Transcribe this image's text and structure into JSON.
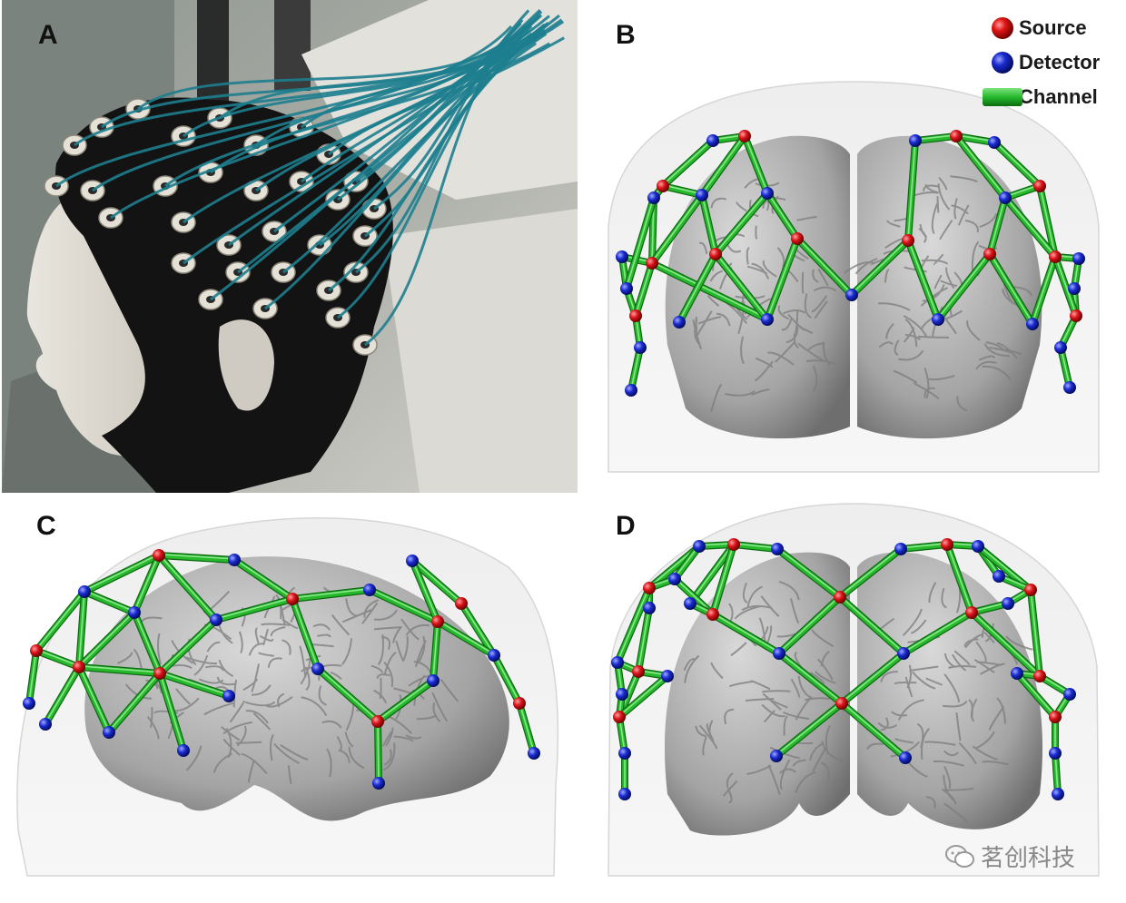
{
  "panels": {
    "a": {
      "label": "A"
    },
    "b": {
      "label": "B"
    },
    "c": {
      "label": "C"
    },
    "d": {
      "label": "D"
    }
  },
  "legend": {
    "items": [
      {
        "label": "Source",
        "color": "#d8141a",
        "icon": "red-sphere-icon"
      },
      {
        "label": "Detector",
        "color": "#1a2bd0",
        "icon": "blue-sphere-icon"
      },
      {
        "label": "Channel",
        "color": "#27b82c",
        "icon": "green-bar-icon"
      }
    ]
  },
  "watermark": {
    "text": "茗创科技",
    "icon": "wechat-icon"
  }
}
